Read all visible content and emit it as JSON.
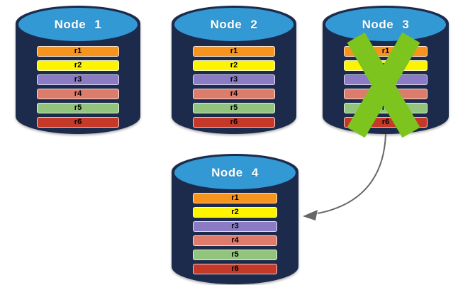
{
  "colors": {
    "cylinder_body": "#1C2A4C",
    "cylinder_top": "#3399D5",
    "title_text": "#FFFFFF",
    "failure_x": "#7DC41E",
    "arrow": "#666666"
  },
  "nodes": [
    {
      "title": "Node 1",
      "rows": [
        {
          "label": "r1",
          "color": "#F7941D"
        },
        {
          "label": "r2",
          "color": "#FCF400"
        },
        {
          "label": "r3",
          "color": "#8A7BC4"
        },
        {
          "label": "r4",
          "color": "#DD7C6A"
        },
        {
          "label": "r5",
          "color": "#93C47D"
        },
        {
          "label": "r6",
          "color": "#C53929"
        }
      ]
    },
    {
      "title": "Node 2",
      "rows": [
        {
          "label": "r1",
          "color": "#F7941D"
        },
        {
          "label": "r2",
          "color": "#FCF400"
        },
        {
          "label": "r3",
          "color": "#8A7BC4"
        },
        {
          "label": "r4",
          "color": "#DD7C6A"
        },
        {
          "label": "r5",
          "color": "#93C47D"
        },
        {
          "label": "r6",
          "color": "#C53929"
        }
      ]
    },
    {
      "title": "Node 3",
      "failed": true,
      "rows": [
        {
          "label": "r1",
          "color": "#F7941D"
        },
        {
          "label": "r2",
          "color": "#FCF400"
        },
        {
          "label": "r3",
          "color": "#8A7BC4"
        },
        {
          "label": "r4",
          "color": "#DD7C6A"
        },
        {
          "label": "r5",
          "color": "#93C47D"
        },
        {
          "label": "r6",
          "color": "#C53929"
        }
      ]
    },
    {
      "title": "Node 4",
      "rows": [
        {
          "label": "r1",
          "color": "#F7941D"
        },
        {
          "label": "r2",
          "color": "#FCF400"
        },
        {
          "label": "r3",
          "color": "#8A7BC4"
        },
        {
          "label": "r4",
          "color": "#DD7C6A"
        },
        {
          "label": "r5",
          "color": "#93C47D"
        },
        {
          "label": "r6",
          "color": "#C53929"
        }
      ]
    }
  ],
  "arrow": {
    "from": "Node 3",
    "to": "Node 4"
  }
}
